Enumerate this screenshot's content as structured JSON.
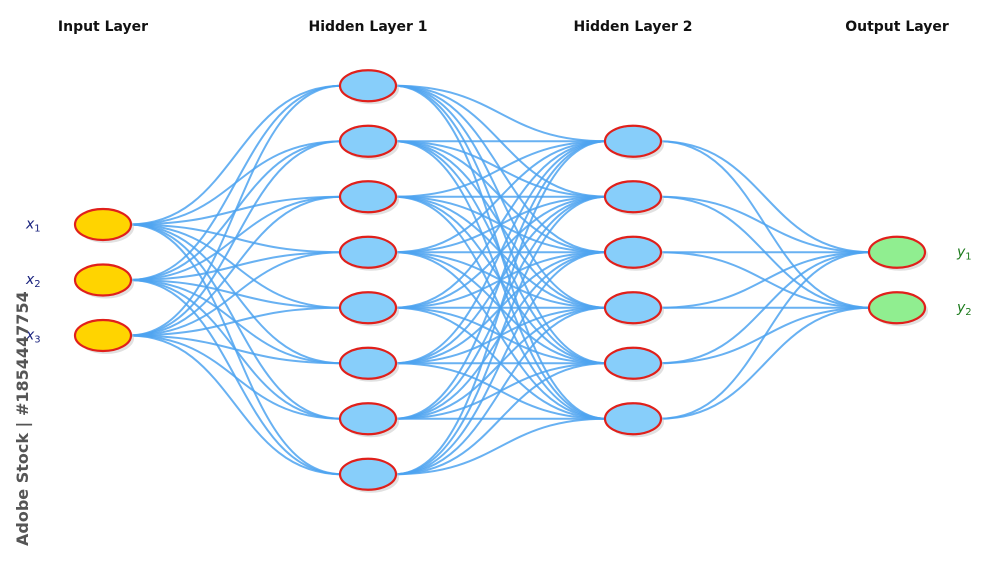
{
  "diagram": {
    "layers": [
      {
        "id": "input",
        "title": "Input Layer",
        "nodes": 3,
        "fill": "#FFD400"
      },
      {
        "id": "hidden1",
        "title": "Hidden Layer 1",
        "nodes": 8,
        "fill": "#87CEFA"
      },
      {
        "id": "hidden2",
        "title": "Hidden Layer 2",
        "nodes": 6,
        "fill": "#87CEFA"
      },
      {
        "id": "output",
        "title": "Output Layer",
        "nodes": 2,
        "fill": "#90EE90"
      }
    ],
    "input_labels": [
      {
        "symbol": "x",
        "sub": "1"
      },
      {
        "symbol": "x",
        "sub": "2"
      },
      {
        "symbol": "x",
        "sub": "3"
      }
    ],
    "output_labels": [
      {
        "symbol": "y",
        "sub": "1"
      },
      {
        "symbol": "y",
        "sub": "2"
      }
    ],
    "colors": {
      "edge": "#4DA3F0",
      "node_stroke": "#E0201B",
      "input_label": "#1A237E",
      "output_label": "#1B7A1B"
    },
    "connectivity": "fully-connected"
  },
  "watermark": {
    "side_text": "Adobe Stock | #1854447754"
  }
}
